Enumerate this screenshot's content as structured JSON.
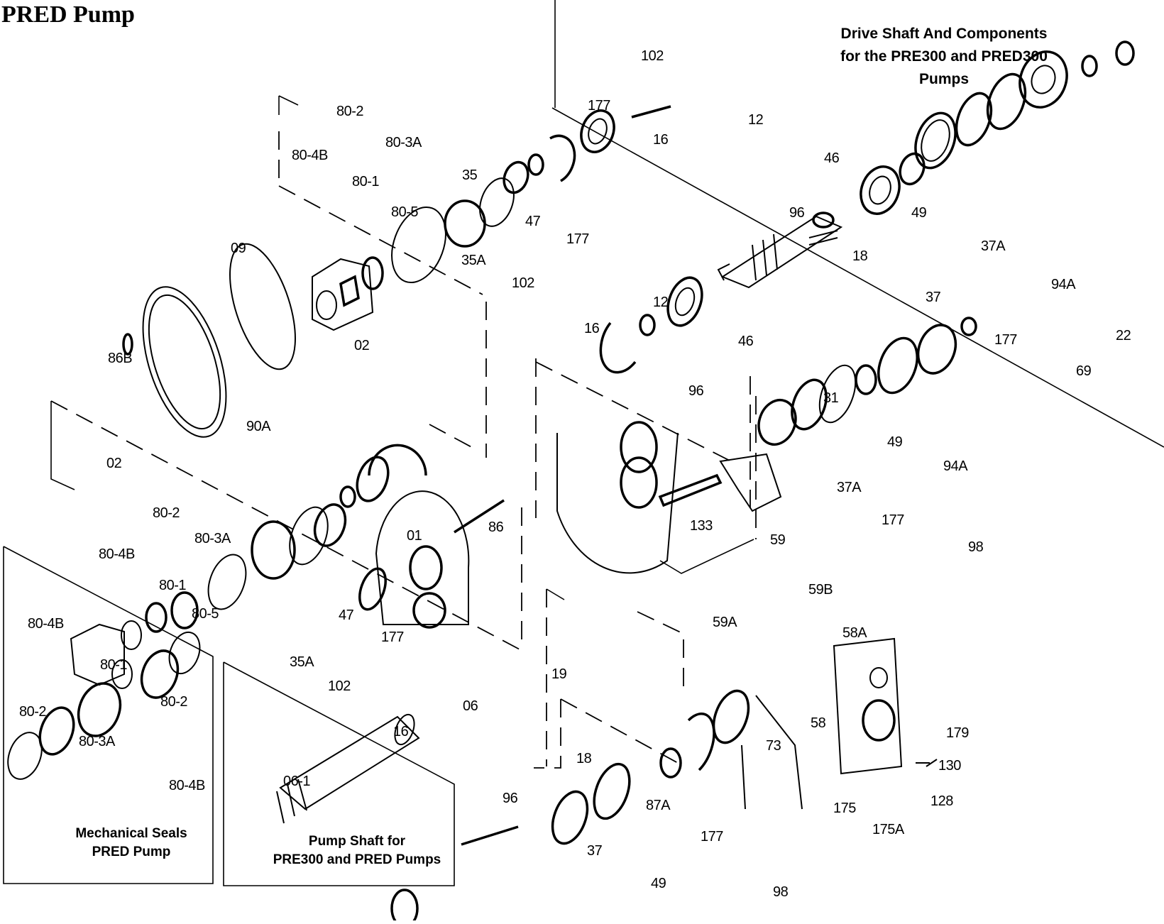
{
  "page_title": "PRED Pump",
  "captions": {
    "drive_shaft": [
      "Drive Shaft And Components",
      "for the PRE300 and PRED300",
      "Pumps"
    ],
    "mechanical_seals": [
      "Mechanical Seals",
      "PRED Pump"
    ],
    "pump_shaft": [
      "Pump Shaft for",
      "PRE300 and PRED Pumps"
    ]
  },
  "part_labels": [
    "102",
    "80-2",
    "177",
    "16",
    "12",
    "80-3A",
    "80-4B",
    "35",
    "46",
    "80-1",
    "80-5",
    "96",
    "47",
    "49",
    "177",
    "18",
    "37A",
    "09",
    "35A",
    "102",
    "94A",
    "37",
    "12",
    "16",
    "46",
    "177",
    "22",
    "86B",
    "02",
    "69",
    "96",
    "31",
    "90A",
    "49",
    "02",
    "94A",
    "37A",
    "80-2",
    "177",
    "86",
    "01",
    "80-3A",
    "133",
    "59",
    "98",
    "80-4B",
    "59B",
    "80-1",
    "80-5",
    "80-4B",
    "47",
    "59A",
    "177",
    "58A",
    "80-1",
    "35A",
    "19",
    "102",
    "06",
    "80-2",
    "80-2",
    "58",
    "179",
    "80-3A",
    "73",
    "16",
    "130",
    "18",
    "80-4B",
    "06-1",
    "96",
    "87A",
    "128",
    "175",
    "175A",
    "177",
    "37",
    "49",
    "98"
  ]
}
